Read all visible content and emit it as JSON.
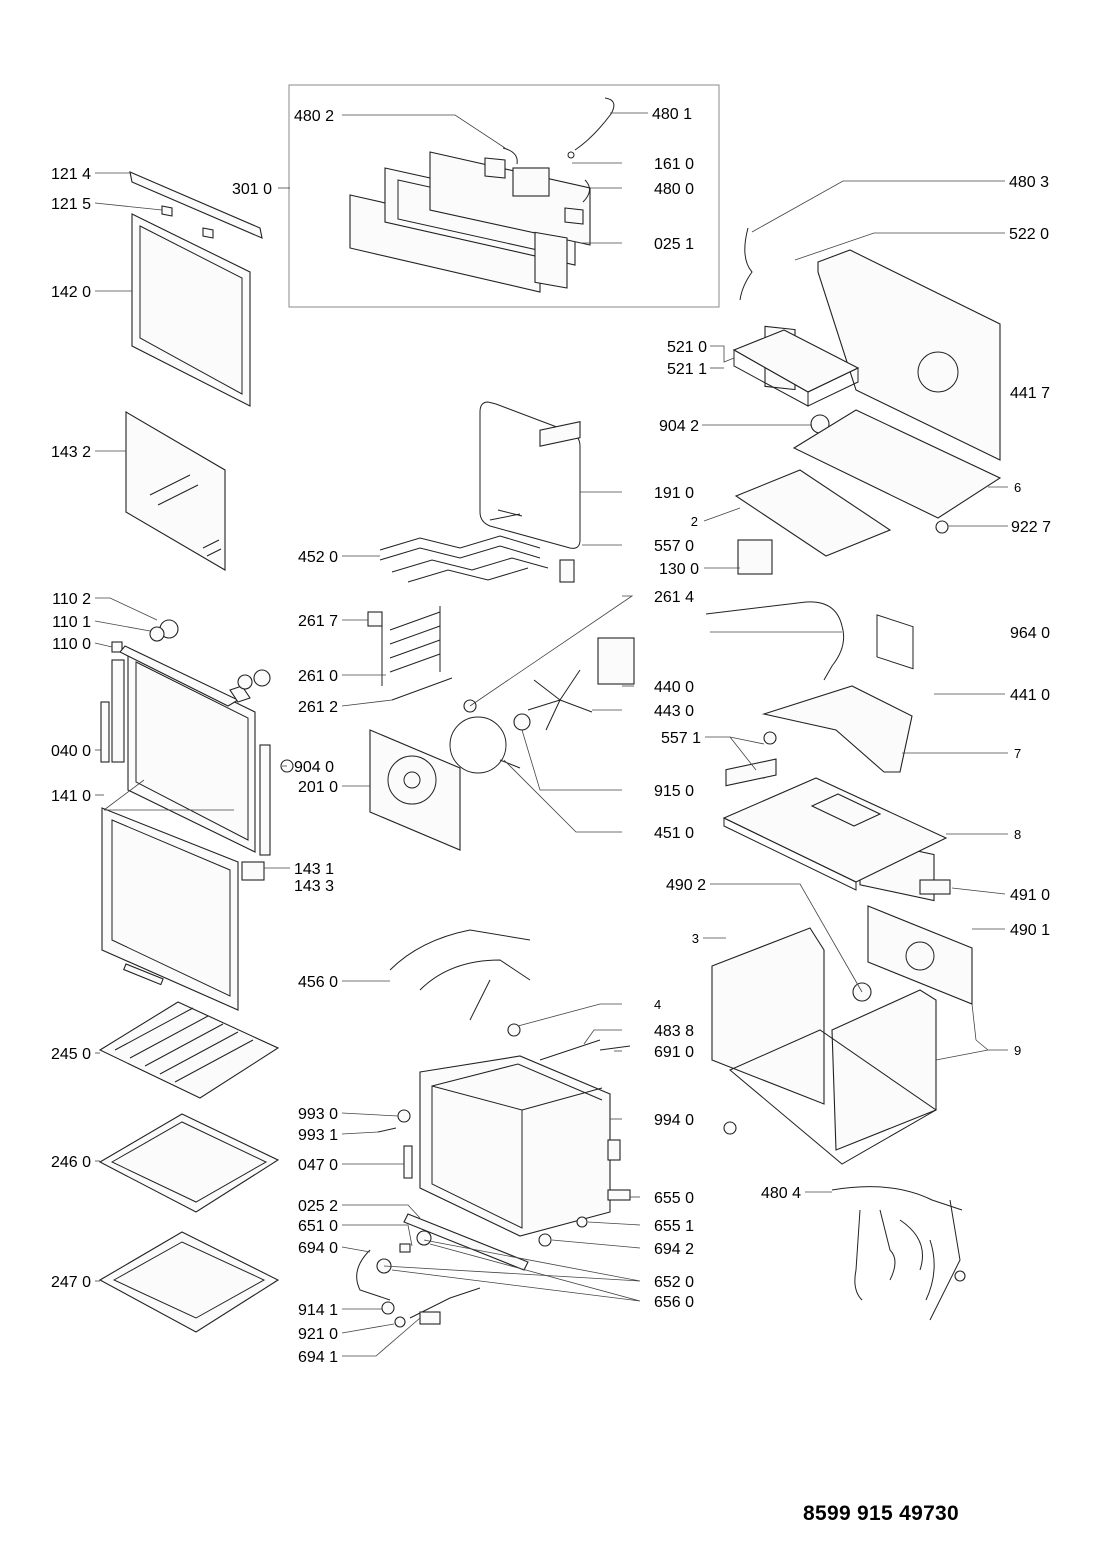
{
  "document": {
    "number": "8599 915 49730"
  },
  "labels": [
    "480 2",
    "480 1",
    "161 0",
    "480 0",
    "025 1",
    "301 0",
    "121 4",
    "121 5",
    "142 0",
    "480 3",
    "522 0",
    "521 0",
    "521 1",
    "441 7",
    "904 2",
    "6",
    "2",
    "922 7",
    "143 2",
    "191 0",
    "452 0",
    "557 0",
    "130 0",
    "261 4",
    "110 2",
    "110 1",
    "110 0",
    "261 7",
    "261 0",
    "261 2",
    "440 0",
    "443 0",
    "964 0",
    "441 0",
    "557 1",
    "7",
    "040 0",
    "904 0",
    "201 0",
    "915 0",
    "141 0",
    "451 0",
    "8",
    "143 1",
    "143 3",
    "490 2",
    "491 0",
    "3",
    "490 1",
    "456 0",
    "4",
    "483 8",
    "691 0",
    "9",
    "245 0",
    "993 0",
    "993 1",
    "994 0",
    "246 0",
    "047 0",
    "480 4",
    "025 2",
    "655 0",
    "651 0",
    "655 1",
    "694 0",
    "694 2",
    "652 0",
    "247 0",
    "656 0",
    "914 1",
    "921 0",
    "694 1"
  ]
}
